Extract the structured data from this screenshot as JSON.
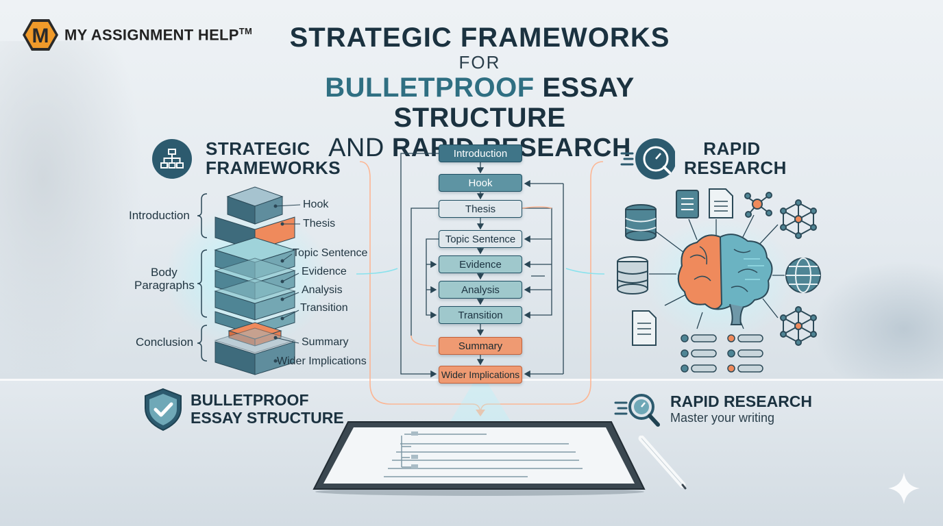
{
  "brand": {
    "name": "MY ASSIGNMENT HELP",
    "trademark": "TM",
    "logo_letter": "M",
    "colors": {
      "logo_orange": "#f09a2a",
      "logo_dark": "#2a2a2a"
    }
  },
  "title": {
    "line1": "STRATEGIC FRAMEWORKS",
    "line2": "FOR",
    "line3_accent": "BULLETPROOF",
    "line3_rest": " ESSAY STRUCTURE",
    "line4_light": "AND ",
    "line4_bold": "RAPID RESEARCH"
  },
  "left_section": {
    "title_line1": "STRATEGIC",
    "title_line2": "FRAMEWORKS",
    "icon": "hierarchy-icon",
    "groups": {
      "introduction": "Introduction",
      "body_line1": "Body",
      "body_line2": "Paragraphs",
      "conclusion": "Conclusion"
    },
    "layers": {
      "hook": "Hook",
      "thesis": "Thesis",
      "topic_sentence": "Topic Sentence",
      "evidence": "Evidence",
      "analysis": "Analysis",
      "transition": "Transition",
      "summary": "Summary",
      "wider_implications": "Wider Implications"
    }
  },
  "flowchart": {
    "introduction": "Introduction",
    "hook": "Hook",
    "thesis": "Thesis",
    "topic_sentence": "Topic Sentence",
    "evidence": "Evidence",
    "analysis": "Analysis",
    "transition": "Transition",
    "summary": "Summary",
    "wider_implications": "Wider Implications"
  },
  "right_section": {
    "title_line1": "RAPID",
    "title_line2": "RESEARCH",
    "icon": "magnifier-gauge-icon",
    "sources": [
      "database-icon",
      "document-icon",
      "file-icon",
      "network-icon",
      "graph-icon",
      "globe-icon",
      "list-icon",
      "brain-icon"
    ]
  },
  "bottom_left": {
    "icon": "shield-check-icon",
    "title_line1": "BULLETPROOF",
    "title_line2": "ESSAY STRUCTURE"
  },
  "bottom_right": {
    "icon": "magnifier-gauge-icon",
    "title": "RAPID RESEARCH",
    "subtitle": "Master your writing"
  },
  "colors": {
    "navy": "#1b3240",
    "teal": "#2f6f82",
    "orange": "#ef8a5c",
    "glow": "#8fe3ee"
  }
}
